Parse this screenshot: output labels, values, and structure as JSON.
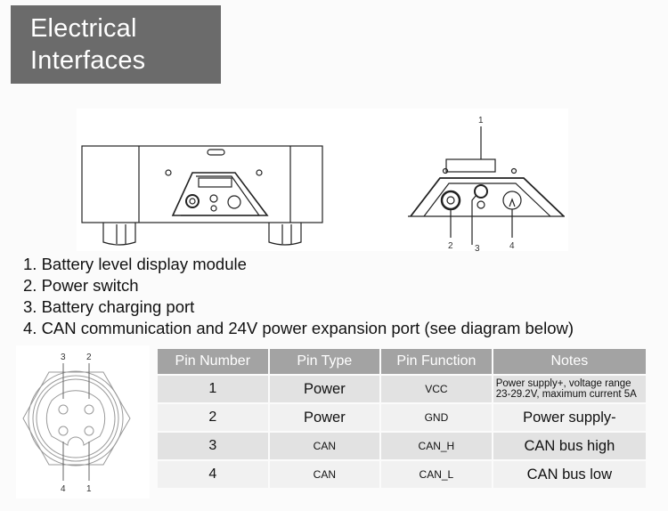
{
  "header": {
    "title_line1": "Electrical",
    "title_line2": "Interfaces"
  },
  "diagram": {
    "callouts": [
      "1",
      "2",
      "3",
      "4"
    ]
  },
  "components": [
    "1. Battery level display module",
    "2. Power switch",
    "3. Battery charging port",
    "4. CAN communication and 24V power expansion port (see diagram below)"
  ],
  "connector": {
    "pin_labels_top": [
      "3",
      "2"
    ],
    "pin_labels_bottom": [
      "4",
      "1"
    ]
  },
  "pin_table": {
    "headers": [
      "Pin Number",
      "Pin Type",
      "Pin Function",
      "Notes"
    ],
    "rows": [
      {
        "pin": "1",
        "type": "Power",
        "function": "VCC",
        "notes": "Power supply+, voltage range 23-29.2V, maximum current 5A"
      },
      {
        "pin": "2",
        "type": "Power",
        "function": "GND",
        "notes": "Power supply-"
      },
      {
        "pin": "3",
        "type": "CAN",
        "function": "CAN_H",
        "notes": "CAN bus high"
      },
      {
        "pin": "4",
        "type": "CAN",
        "function": "CAN_L",
        "notes": "CAN bus low"
      }
    ]
  }
}
